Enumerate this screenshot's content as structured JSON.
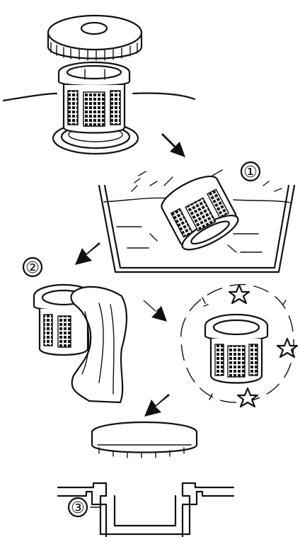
{
  "steps": [
    {
      "id": "remove-filter"
    },
    {
      "id": "rinse-in-water",
      "label": "①"
    },
    {
      "id": "wipe-with-cloth",
      "label": "②"
    },
    {
      "id": "filter-clean"
    },
    {
      "id": "reinstall",
      "label": "③"
    }
  ],
  "icons": [
    "filter-cap-icon",
    "mesh-filter-icon",
    "water-tub-icon",
    "cloth-icon",
    "sparkle-star-icon",
    "arrow-icon",
    "drain-pipe-icon"
  ],
  "colors": {
    "ink": "#111111",
    "background": "#ffffff"
  }
}
